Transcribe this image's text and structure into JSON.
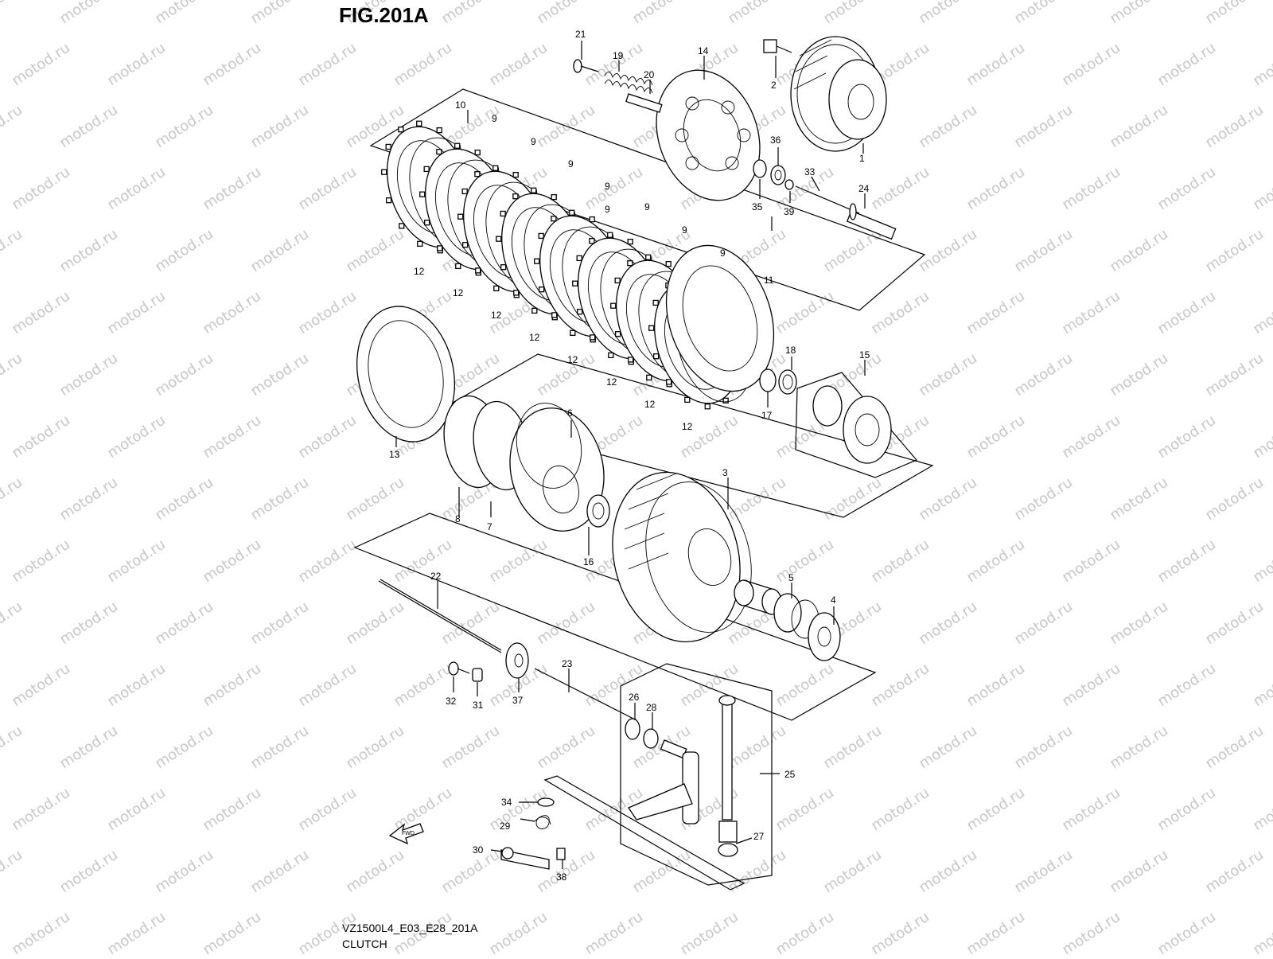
{
  "figure": {
    "title": "FIG.201A",
    "code": "VZ1500L4_E03_E28_201A",
    "caption": "CLUTCH",
    "watermark": "motod.ru",
    "fwd_label": "FWD"
  },
  "callouts": [
    {
      "id": "c1",
      "text": "1"
    },
    {
      "id": "c2",
      "text": "2"
    },
    {
      "id": "c3",
      "text": "3"
    },
    {
      "id": "c4",
      "text": "4"
    },
    {
      "id": "c5",
      "text": "5"
    },
    {
      "id": "c6",
      "text": "6"
    },
    {
      "id": "c7",
      "text": "7"
    },
    {
      "id": "c8",
      "text": "8"
    },
    {
      "id": "c9a",
      "text": "9"
    },
    {
      "id": "c9b",
      "text": "9"
    },
    {
      "id": "c9c",
      "text": "9"
    },
    {
      "id": "c9d",
      "text": "9"
    },
    {
      "id": "c9e",
      "text": "9"
    },
    {
      "id": "c9f",
      "text": "9"
    },
    {
      "id": "c9g",
      "text": "9"
    },
    {
      "id": "c9h",
      "text": "9"
    },
    {
      "id": "c10",
      "text": "10"
    },
    {
      "id": "c11",
      "text": "11"
    },
    {
      "id": "c12a",
      "text": "12"
    },
    {
      "id": "c12b",
      "text": "12"
    },
    {
      "id": "c12c",
      "text": "12"
    },
    {
      "id": "c12d",
      "text": "12"
    },
    {
      "id": "c12e",
      "text": "12"
    },
    {
      "id": "c12f",
      "text": "12"
    },
    {
      "id": "c12g",
      "text": "12"
    },
    {
      "id": "c12h",
      "text": "12"
    },
    {
      "id": "c13",
      "text": "13"
    },
    {
      "id": "c14",
      "text": "14"
    },
    {
      "id": "c15",
      "text": "15"
    },
    {
      "id": "c16",
      "text": "16"
    },
    {
      "id": "c17",
      "text": "17"
    },
    {
      "id": "c18",
      "text": "18"
    },
    {
      "id": "c19",
      "text": "19"
    },
    {
      "id": "c20",
      "text": "20"
    },
    {
      "id": "c21",
      "text": "21"
    },
    {
      "id": "c22",
      "text": "22"
    },
    {
      "id": "c23",
      "text": "23"
    },
    {
      "id": "c24",
      "text": "24"
    },
    {
      "id": "c25",
      "text": "25"
    },
    {
      "id": "c26",
      "text": "26"
    },
    {
      "id": "c27",
      "text": "27"
    },
    {
      "id": "c28",
      "text": "28"
    },
    {
      "id": "c29",
      "text": "29"
    },
    {
      "id": "c30",
      "text": "30"
    },
    {
      "id": "c31",
      "text": "31"
    },
    {
      "id": "c32",
      "text": "32"
    },
    {
      "id": "c33",
      "text": "33"
    },
    {
      "id": "c34",
      "text": "34"
    },
    {
      "id": "c35",
      "text": "35"
    },
    {
      "id": "c36",
      "text": "36"
    },
    {
      "id": "c37",
      "text": "37"
    },
    {
      "id": "c38",
      "text": "38"
    },
    {
      "id": "c39",
      "text": "39"
    }
  ]
}
